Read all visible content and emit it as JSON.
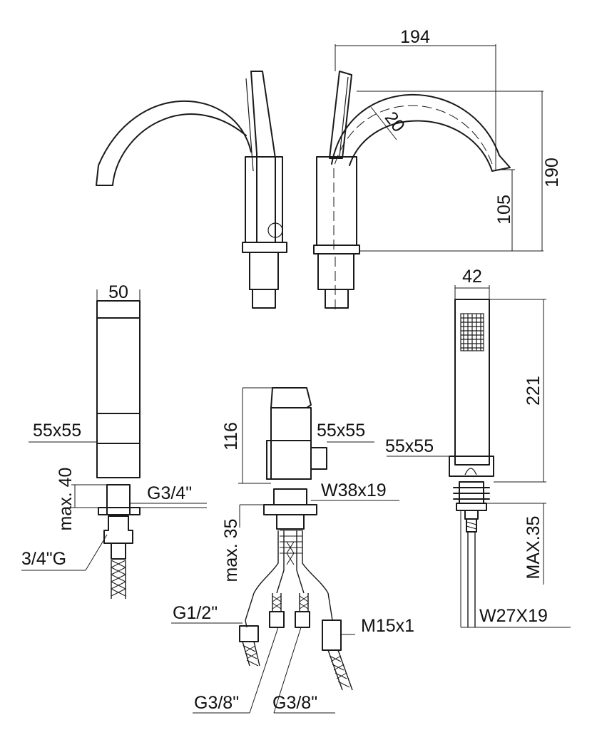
{
  "colors": {
    "line": "#1a1a1a",
    "text": "#111111",
    "background": "#ffffff"
  },
  "labels": {
    "spout_width": "194",
    "spout_radius": "20",
    "spout_total_height": "190",
    "spout_outlet_height": "105",
    "diverter_width": "50",
    "diverter_body_section": "55x55",
    "diverter_max_deck": "max. 40",
    "diverter_thread": "G3/4\"",
    "diverter_inlet": "3/4\"G",
    "mixer_height": "116",
    "mixer_body_section": "55x55",
    "mixer_washer": "W38x19",
    "mixer_max_deck": "max. 35",
    "inlet_g12": "G1/2\"",
    "inlet_m15": "M15x1",
    "inlet_g38_left": "G3/8\"",
    "inlet_g38_right": "G3/8\"",
    "handshower_width": "42",
    "handshower_length": "221",
    "handshower_holder_section": "55x55",
    "handshower_max_deck": "MAX.35",
    "handshower_washer": "W27X19"
  }
}
